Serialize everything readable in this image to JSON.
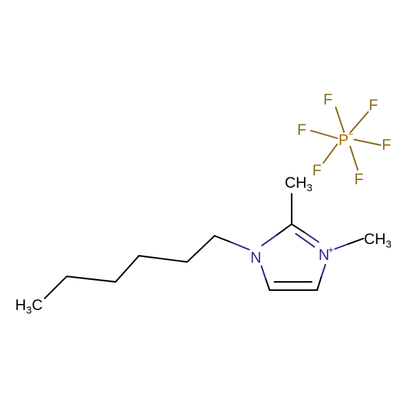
{
  "molecule": {
    "colors": {
      "carbon": "#000000",
      "nitrogen": "#2b2b8f",
      "phosphorus": "#b06a00",
      "fluorine": "#8a6d1e"
    },
    "atoms": {
      "c_hexyl_h3": "H",
      "c_hexyl_h3_sub": "3",
      "c_hexyl_h3_c": "C",
      "n1": "N",
      "n3": "N",
      "n3_charge": "+",
      "c2_methyl": "CH",
      "c2_methyl_sub": "3",
      "n3_methyl": "CH",
      "n3_methyl_sub": "3",
      "p": "P",
      "p_charge": "−",
      "f1": "F",
      "f2": "F",
      "f3": "F",
      "f4": "F",
      "f5": "F",
      "f6": "F"
    }
  }
}
